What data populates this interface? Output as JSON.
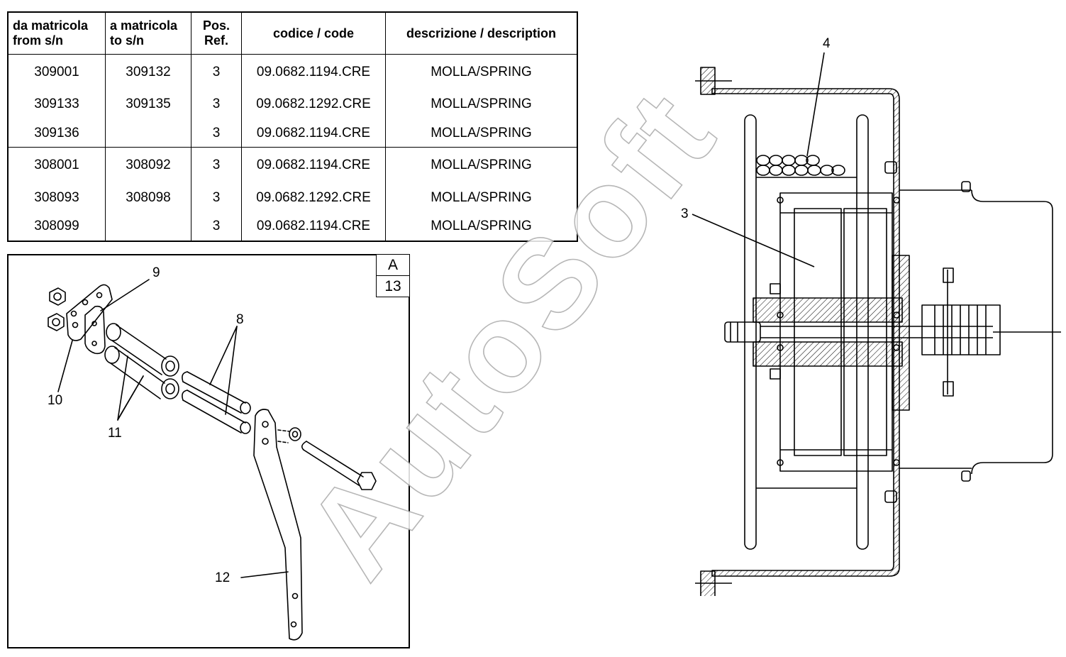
{
  "table": {
    "headers": {
      "from_sn": [
        "da matricola",
        "from s/n"
      ],
      "to_sn": [
        "a matricola",
        "to s/n"
      ],
      "pos_ref": [
        "Pos.",
        "Ref."
      ],
      "code": "codice / code",
      "description": "descrizione / description"
    },
    "rows": [
      {
        "from": "309001",
        "to": "309132",
        "pos": "3",
        "code": "09.0682.1194.CRE",
        "desc": "MOLLA/SPRING"
      },
      {
        "from": "309133",
        "to": "309135",
        "pos": "3",
        "code": "09.0682.1292.CRE",
        "desc": "MOLLA/SPRING"
      },
      {
        "from": "309136",
        "to": "",
        "pos": "3",
        "code": "09.0682.1194.CRE",
        "desc": "MOLLA/SPRING"
      },
      {
        "from": "308001",
        "to": "308092",
        "pos": "3",
        "code": "09.0682.1194.CRE",
        "desc": "MOLLA/SPRING"
      },
      {
        "from": "308093",
        "to": "308098",
        "pos": "3",
        "code": "09.0682.1292.CRE",
        "desc": "MOLLA/SPRING"
      },
      {
        "from": "308099",
        "to": "",
        "pos": "3",
        "code": "09.0682.1194.CRE",
        "desc": "MOLLA/SPRING"
      }
    ]
  },
  "inset": {
    "tag_letter": "A",
    "tag_number": "13",
    "callouts": {
      "c9": "9",
      "c8": "8",
      "c10": "10",
      "c11": "11",
      "c12": "12"
    }
  },
  "section_view": {
    "callouts": {
      "c4": "4",
      "c3": "3"
    }
  },
  "watermark": "AutoSoft"
}
